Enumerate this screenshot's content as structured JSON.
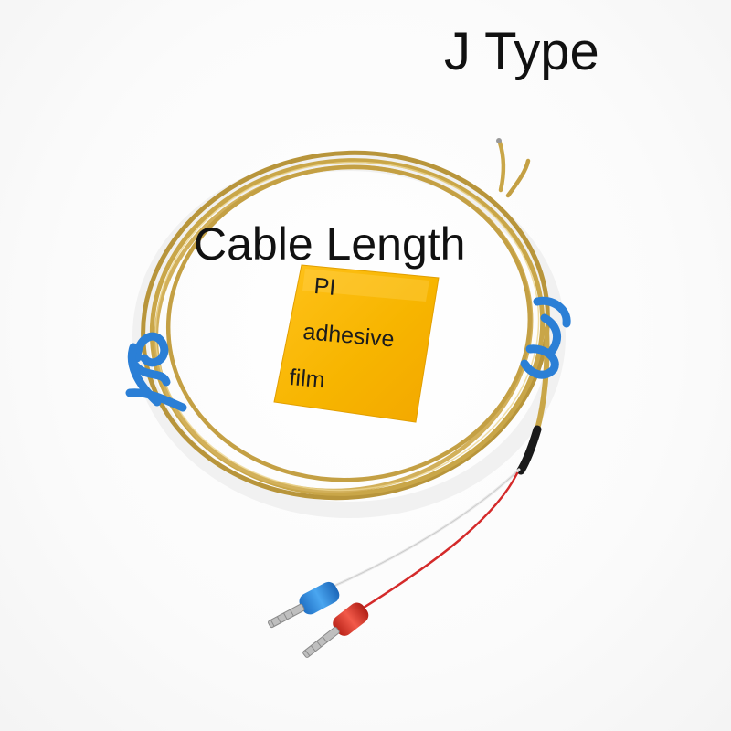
{
  "labels": {
    "title": "J Type",
    "cable_length": "Cable Length",
    "film_line_1": "PI",
    "film_line_2": "adhesive",
    "film_line_3": "film"
  },
  "colors": {
    "background": "#ffffff",
    "cable": "#c9a648",
    "cable_highlight": "#e6cd7c",
    "tie": "#2b7fd6",
    "film": "#f7b500",
    "red_wire": "#d42a2a",
    "white_wire": "#eeeeee",
    "black_sleeve": "#1a1a1a",
    "ferrule_blue": "#2d8fe0",
    "ferrule_red": "#e23a2e",
    "text": "#111111"
  }
}
